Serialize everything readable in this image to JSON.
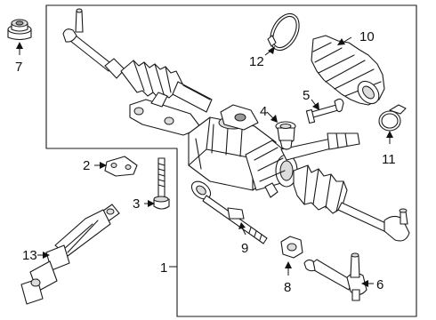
{
  "callouts": {
    "c1": "1",
    "c2": "2",
    "c3": "3",
    "c4": "4",
    "c5": "5",
    "c6": "6",
    "c7": "7",
    "c8": "8",
    "c9": "9",
    "c10": "10",
    "c11": "11",
    "c12": "12",
    "c13": "13"
  },
  "colors": {
    "line": "#1a1a1a",
    "shade": "#dcdcdc",
    "background": "#ffffff"
  }
}
